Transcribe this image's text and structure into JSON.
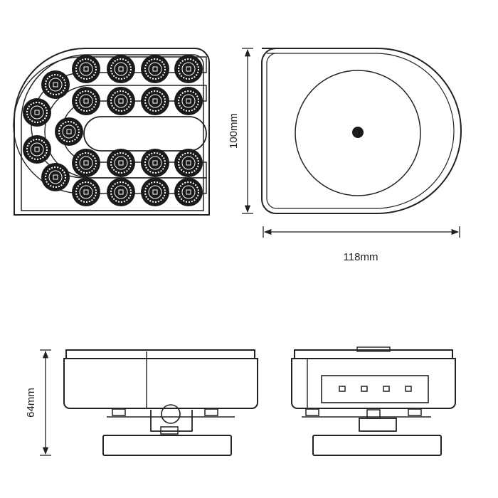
{
  "dimensions": {
    "height_label": "100mm",
    "width_label": "118mm",
    "depth_label": "64mm"
  },
  "colors": {
    "line": "#222222",
    "led": "#1a1a1a",
    "background": "#ffffff"
  }
}
